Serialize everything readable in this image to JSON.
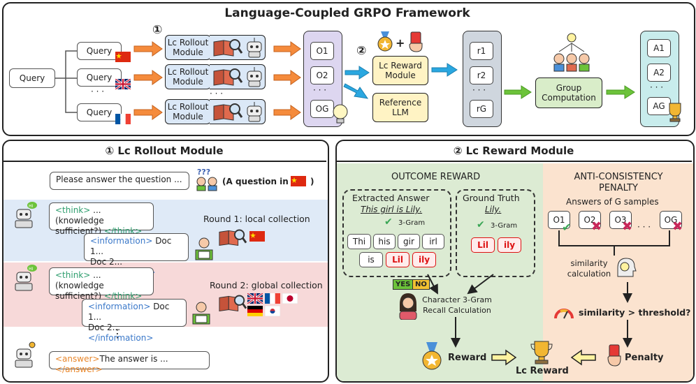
{
  "top": {
    "title": "Language-Coupled GRPO Framework",
    "query_main": "Query",
    "query_branches": [
      "Query",
      "Query",
      "Query"
    ],
    "dots": "· · ·",
    "step1": "①",
    "step2": "②",
    "rollout_label": "Lc Rollout Module",
    "outputs": [
      "O1",
      "O2",
      "OG"
    ],
    "lc_reward_label": "Lc Reward Module",
    "reference_label": "Reference LLM",
    "rewards": [
      "r1",
      "r2",
      "rG"
    ],
    "group_label": "Group Computation",
    "advantages": [
      "A1",
      "A2",
      "AG"
    ],
    "plus": "+"
  },
  "rollout": {
    "title": "① Lc Rollout Module",
    "question": "Please answer the question ...",
    "question_note_prefix": "(A question in",
    "question_note_suffix": ")",
    "round1": "Round 1: local collection",
    "round2": "Round 2: global collection",
    "think_open": "<think>",
    "think_text1": " ...(knowledge",
    "think_text2": "sufficient?) ",
    "think_close": "</think>",
    "info_open": "<information>",
    "info_text1": " Doc 1...",
    "info_text2": "Doc 2...",
    "info_close": "</information>",
    "answer_open": "<answer>",
    "answer_text": "The answer is ... ",
    "answer_close": "</answer>",
    "vdots": "⋮"
  },
  "reward": {
    "title": "② Lc Reward Module",
    "outcome_title": "OUTCOME REWARD",
    "extracted_title": "Extracted Answer",
    "extracted_sentence": "This girl is Lily.",
    "gram_label": "3-Gram",
    "extracted_tokens": [
      "Thi",
      "his",
      "gir",
      "irl",
      "is",
      "Lil",
      "ily"
    ],
    "truth_title": "Ground Truth",
    "truth_sentence": "Lily.",
    "truth_tokens": [
      "Lil",
      "ily"
    ],
    "yes": "YES",
    "no": "NO",
    "recall_label": "Character 3-Gram Recall Calculation",
    "reward_label": "Reward",
    "lc_reward_label": "Lc Reward",
    "penalty_title": "ANTI-CONSISTENCY PENALTY",
    "answers_label": "Answers of G samples",
    "samples": [
      "O1",
      "O2",
      "O3",
      "OG"
    ],
    "sim_calc_label": "similarity calculation",
    "threshold_label": "similarity > threshold?",
    "penalty_label": "Penalty"
  },
  "colors": {
    "blue_band": "#dfeaf7",
    "pink_band": "#f7d9d9",
    "green_bg": "#dcebd3",
    "peach_bg": "#fbe3cf",
    "orange_arrow": "#f58b3c",
    "blue_arrow": "#2aa7e0",
    "green_arrow": "#6cc33a"
  }
}
